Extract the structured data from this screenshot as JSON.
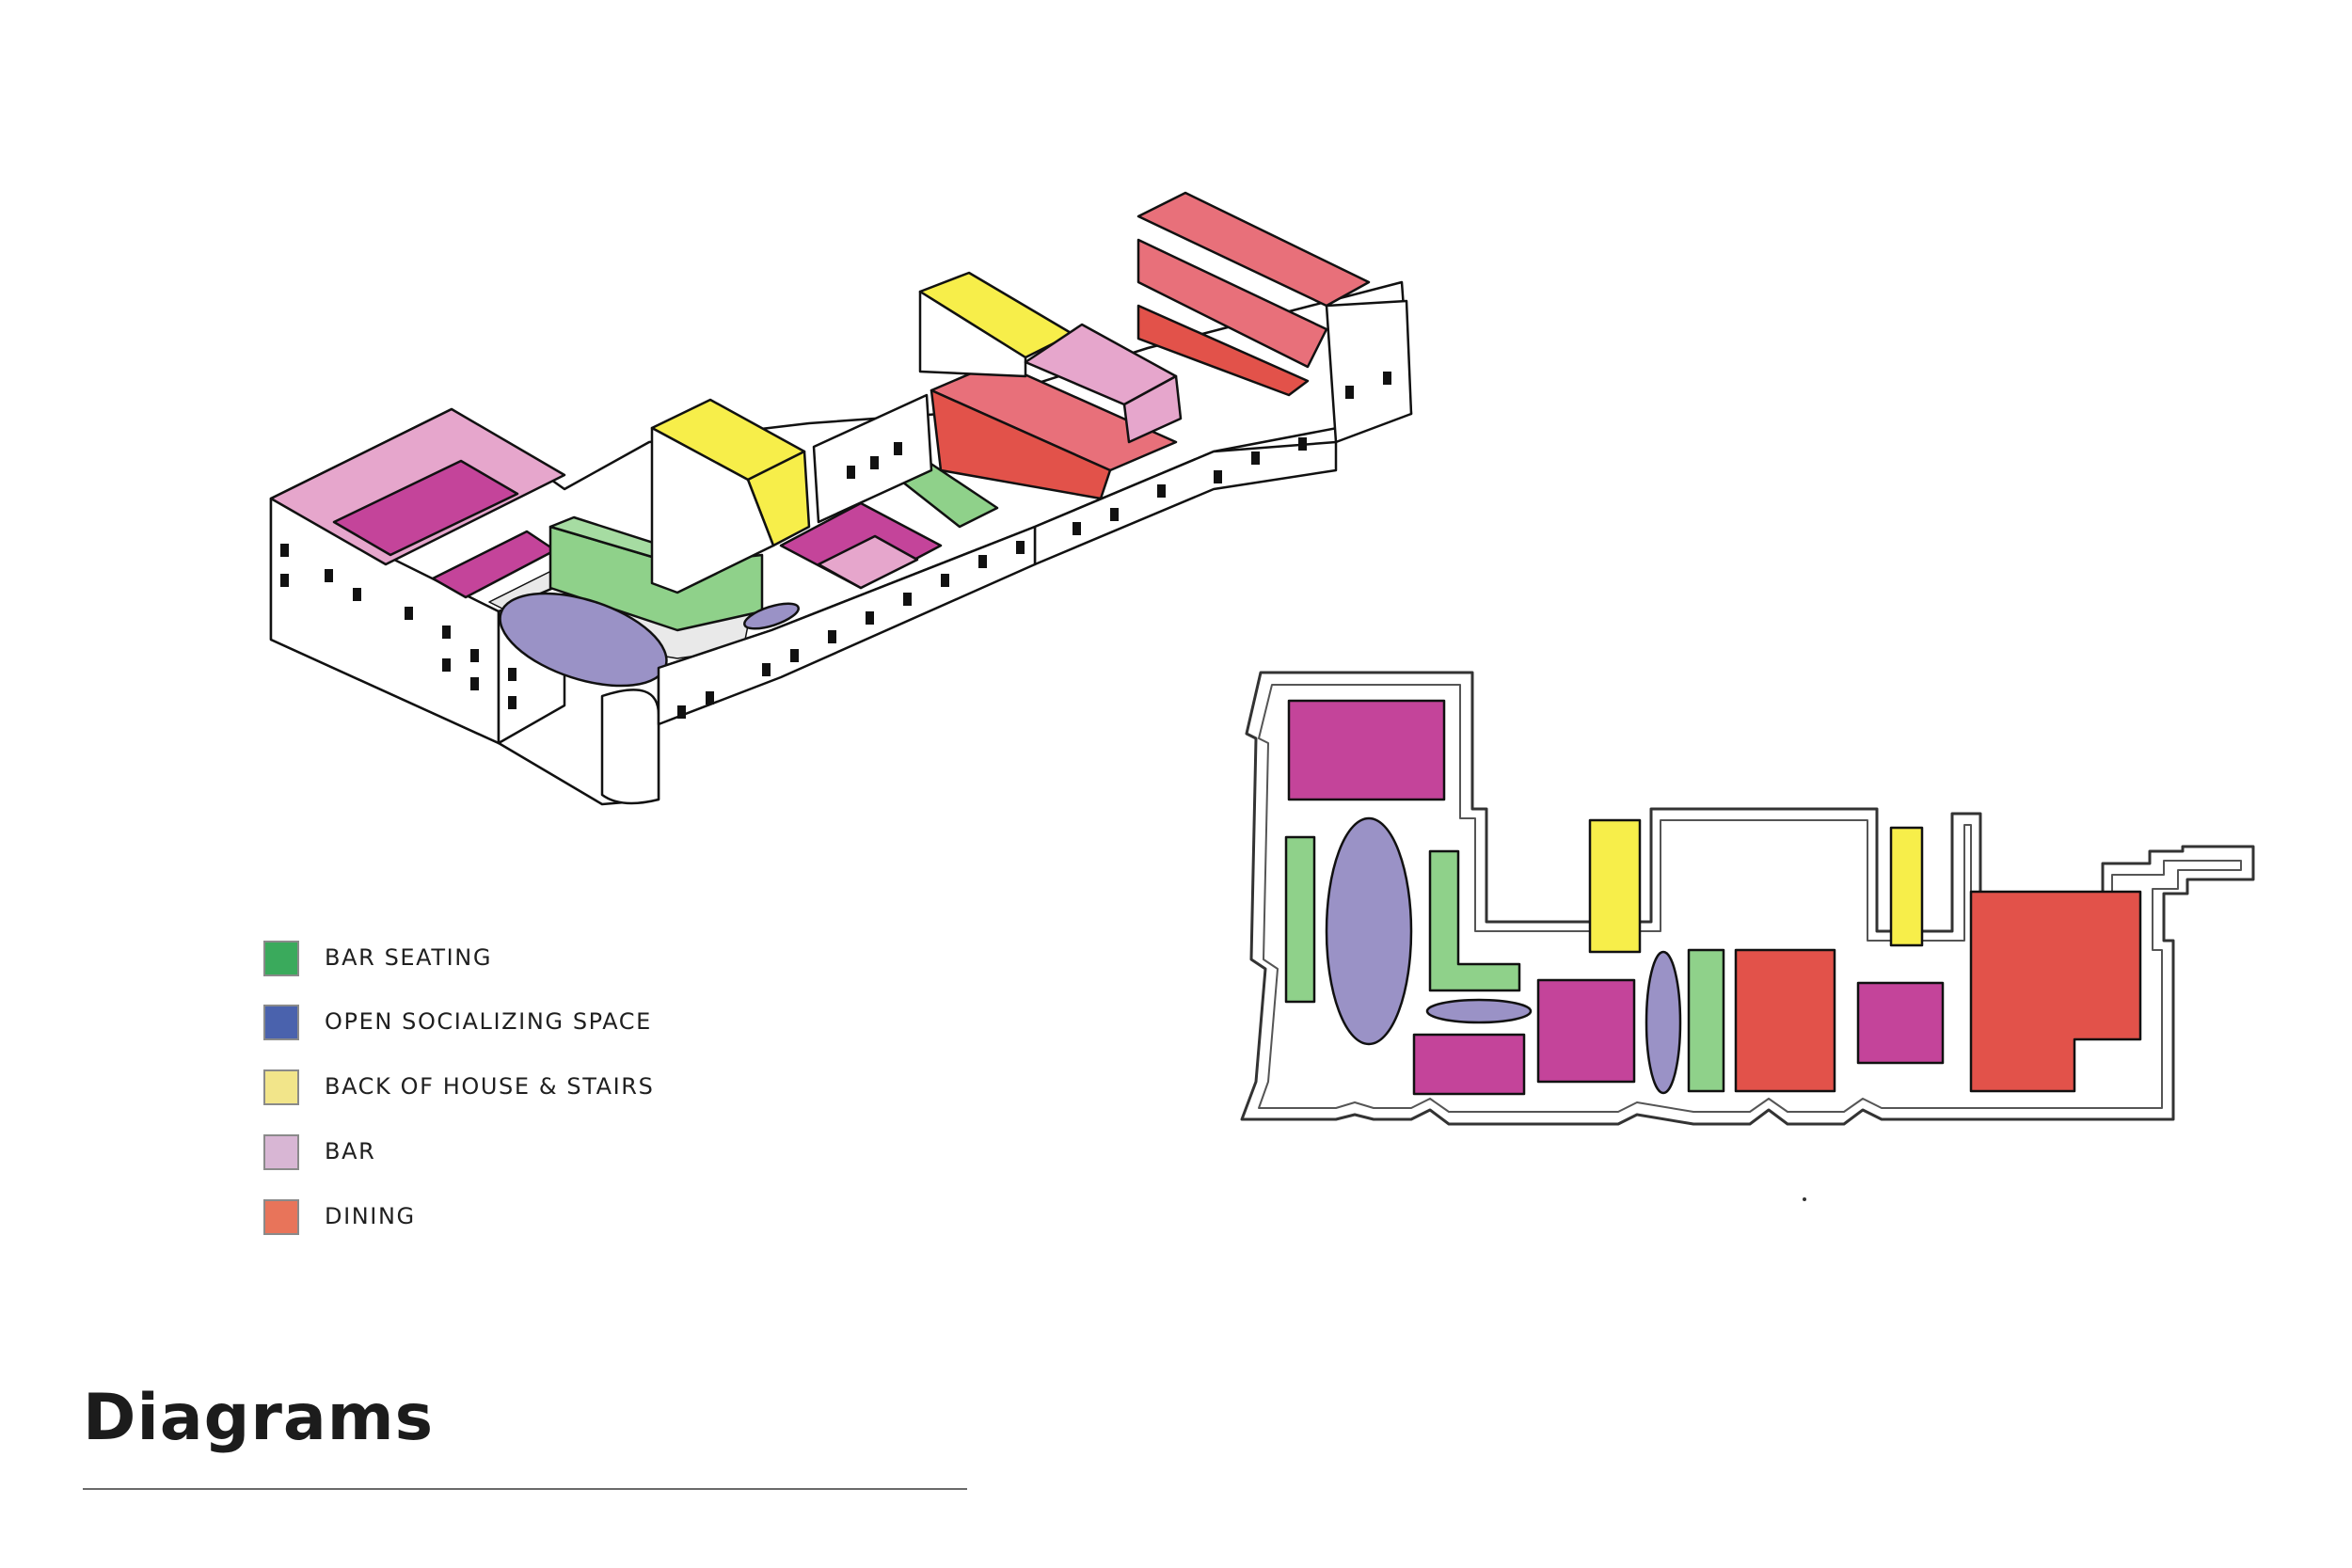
{
  "title": "Diagrams",
  "legend": [
    {
      "label": "BAR SEATING",
      "color": "#3aaa5c"
    },
    {
      "label": "OPEN SOCIALIZING SPACE",
      "color": "#4a62ad"
    },
    {
      "label": "BACK OF HOUSE & STAIRS",
      "color": "#f2e58a"
    },
    {
      "label": "BAR",
      "color": "#d8b6d4"
    },
    {
      "label": "DINING",
      "color": "#e8745a"
    }
  ],
  "colors": {
    "bar_seating_fill": "#8fd18a",
    "open_socializing_fill": "#9a92c6",
    "back_of_house_fill": "#f7ee4a",
    "bar_fill": "#e6a6cc",
    "bar_dark_fill": "#c4449a",
    "dining_fill": "#e8707a",
    "dining_dark_fill": "#e2524a"
  }
}
